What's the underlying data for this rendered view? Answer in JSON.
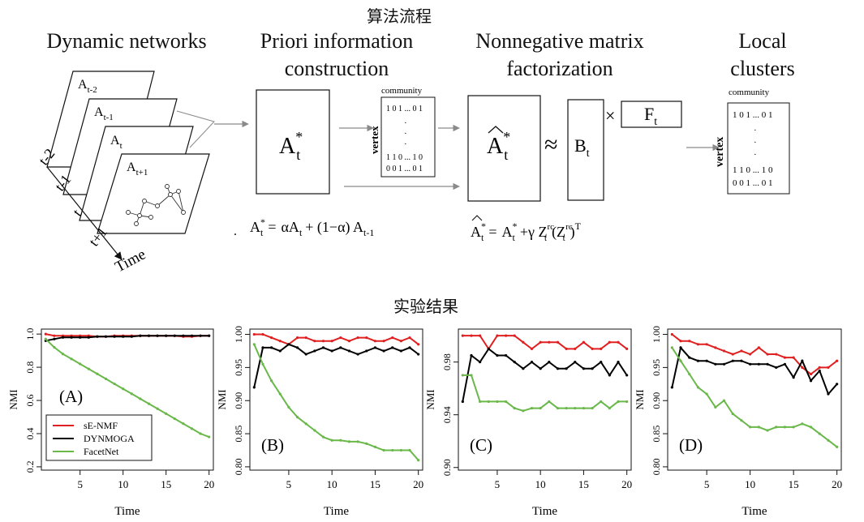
{
  "section_titles": {
    "workflow": "算法流程",
    "results": "实验结果"
  },
  "stages": {
    "dynamic_networks": "Dynamic networks",
    "priori_line1": "Priori information",
    "priori_line2": "construction",
    "nmf_line1": "Nonnegative matrix",
    "nmf_line2": "factorization",
    "local_line1": "Local",
    "local_line2": "clusters"
  },
  "network_stack": {
    "cards": [
      "A",
      "A",
      "A",
      "A"
    ],
    "card_subs": [
      "t-2",
      "t-1",
      "t",
      "t+1"
    ],
    "time_ticks": [
      "t-2",
      "t-1",
      "t",
      "t+1"
    ],
    "time_label": "Time"
  },
  "matrices": {
    "astar_base": "A",
    "astar_sup": "*",
    "astar_sub": "t",
    "community_label": "community",
    "vertex_label": "vertex",
    "comm_row1": "1 0 1 ... 0 1",
    "comm_dots": [
      "·",
      "·",
      "·"
    ],
    "comm_row2": "1 1 0 ... 1 0",
    "comm_row3": "0 0 1 ... 0 1",
    "ahat_base": "A",
    "ahat_sup": "*",
    "ahat_sub": "t",
    "approx": "≈",
    "b_base": "B",
    "b_sub": "t",
    "times": "×",
    "f_base": "F",
    "f_sub": "t",
    "local_community_label": "community",
    "local_vertex_label": "vertex",
    "local_row1": "1 0 1 ... 0 1",
    "local_dots": [
      "·",
      "·",
      "·"
    ],
    "local_row2": "1 1 0 ... 1 0",
    "local_row3": "0 0 1 ... 0 1"
  },
  "formulas": {
    "f1_dot": ".",
    "f1_lhs": "A",
    "f1_lhs_sup": "*",
    "f1_lhs_sub": "t",
    "f1_eq": "=",
    "f1_alpha": "αA",
    "f1_alpha_sub": "t",
    "f1_mid": "+ (1−α) A",
    "f1_mid_sub": "t-1",
    "f2_hat": "A",
    "f2_hat_sup": "*",
    "f2_hat_sub": "t",
    "f2_eq": "=",
    "f2_a": "A",
    "f2_a_sup": "*",
    "f2_a_sub": "t",
    "f2_gamma": "+γ Z",
    "f2_z_sup": "rc",
    "f2_z_sub": "t",
    "f2_paren": "(Z",
    "f2_z2_sup": "rc",
    "f2_z2_sub": "t",
    "f2_close": ")",
    "f2_T": "T"
  },
  "colors": {
    "sE-NMF": "#e02020",
    "DYNMOGA": "#000000",
    "FacetNet": "#6ab84a"
  },
  "chart_data": [
    {
      "type": "line",
      "panel_label": "(A)",
      "xlabel": "Time",
      "ylabel": "NMI",
      "x": [
        1,
        2,
        3,
        4,
        5,
        6,
        7,
        8,
        9,
        10,
        11,
        12,
        13,
        14,
        15,
        16,
        17,
        18,
        19,
        20
      ],
      "xticks": [
        5,
        10,
        15,
        20
      ],
      "xticklabels": [
        "5",
        "10",
        "15",
        "20"
      ],
      "xlim": [
        0.5,
        20.5
      ],
      "ylim": [
        0.18,
        1.03
      ],
      "yticks": [
        0.2,
        0.4,
        0.6,
        0.8,
        1.0
      ],
      "yticklabels": [
        "0.2",
        "0.4",
        "0.6",
        "0.8",
        "1.0"
      ],
      "legend": {
        "placement": "bottom-left",
        "entries": [
          "sE-NMF",
          "DYNMOGA",
          "FacetNet"
        ]
      },
      "series": [
        {
          "name": "sE-NMF",
          "color": "#e02020",
          "values": [
            1.0,
            0.99,
            0.99,
            0.99,
            0.99,
            0.99,
            0.985,
            0.985,
            0.99,
            0.99,
            0.99,
            0.99,
            0.99,
            0.99,
            0.99,
            0.99,
            0.985,
            0.985,
            0.99,
            0.99
          ]
        },
        {
          "name": "DYNMOGA",
          "color": "#000000",
          "values": [
            0.96,
            0.97,
            0.98,
            0.98,
            0.98,
            0.98,
            0.985,
            0.985,
            0.985,
            0.985,
            0.985,
            0.99,
            0.99,
            0.99,
            0.99,
            0.99,
            0.99,
            0.99,
            0.99,
            0.99
          ]
        },
        {
          "name": "FacetNet",
          "color": "#6ab84a",
          "values": [
            0.97,
            0.92,
            0.88,
            0.85,
            0.82,
            0.79,
            0.76,
            0.73,
            0.7,
            0.67,
            0.64,
            0.61,
            0.58,
            0.55,
            0.52,
            0.49,
            0.46,
            0.43,
            0.4,
            0.38
          ]
        }
      ]
    },
    {
      "type": "line",
      "panel_label": "(B)",
      "xlabel": "Time",
      "ylabel": "NMI",
      "x": [
        1,
        2,
        3,
        4,
        5,
        6,
        7,
        8,
        9,
        10,
        11,
        12,
        13,
        14,
        15,
        16,
        17,
        18,
        19,
        20
      ],
      "xticks": [
        5,
        10,
        15,
        20
      ],
      "xticklabels": [
        "5",
        "10",
        "15",
        "20"
      ],
      "xlim": [
        0.5,
        20.5
      ],
      "ylim": [
        0.795,
        1.008
      ],
      "yticks": [
        0.8,
        0.85,
        0.9,
        0.95,
        1.0
      ],
      "yticklabels": [
        "0.80",
        "0.85",
        "0.90",
        "0.95",
        "1.00"
      ],
      "series": [
        {
          "name": "sE-NMF",
          "color": "#e02020",
          "values": [
            1.0,
            1.0,
            0.995,
            0.99,
            0.985,
            0.995,
            0.995,
            0.99,
            0.99,
            0.99,
            0.995,
            0.99,
            0.995,
            0.995,
            0.99,
            0.99,
            0.995,
            0.99,
            0.995,
            0.985
          ]
        },
        {
          "name": "DYNMOGA",
          "color": "#000000",
          "values": [
            0.92,
            0.98,
            0.98,
            0.975,
            0.985,
            0.98,
            0.97,
            0.975,
            0.98,
            0.975,
            0.98,
            0.975,
            0.97,
            0.975,
            0.98,
            0.975,
            0.98,
            0.975,
            0.98,
            0.97
          ]
        },
        {
          "name": "FacetNet",
          "color": "#6ab84a",
          "values": [
            0.985,
            0.955,
            0.93,
            0.91,
            0.89,
            0.875,
            0.865,
            0.855,
            0.845,
            0.84,
            0.84,
            0.838,
            0.838,
            0.835,
            0.83,
            0.825,
            0.825,
            0.825,
            0.825,
            0.81
          ]
        }
      ]
    },
    {
      "type": "line",
      "panel_label": "(C)",
      "xlabel": "Time",
      "ylabel": "NMI",
      "x": [
        1,
        2,
        3,
        4,
        5,
        6,
        7,
        8,
        9,
        10,
        11,
        12,
        13,
        14,
        15,
        16,
        17,
        18,
        19,
        20
      ],
      "xticks": [
        5,
        10,
        15,
        20
      ],
      "xticklabels": [
        "5",
        "10",
        "15",
        "20"
      ],
      "xlim": [
        0.5,
        20.5
      ],
      "ylim": [
        0.898,
        1.005
      ],
      "yticks": [
        0.9,
        0.94,
        0.98
      ],
      "yticklabels": [
        "0.90",
        "0.94",
        "0.98"
      ],
      "series": [
        {
          "name": "sE-NMF",
          "color": "#e02020",
          "values": [
            1.0,
            1.0,
            1.0,
            0.99,
            1.0,
            1.0,
            1.0,
            0.995,
            0.99,
            0.995,
            0.995,
            0.995,
            0.99,
            0.99,
            0.995,
            0.99,
            0.99,
            0.995,
            0.995,
            0.99
          ]
        },
        {
          "name": "DYNMOGA",
          "color": "#000000",
          "values": [
            0.95,
            0.985,
            0.98,
            0.99,
            0.985,
            0.985,
            0.98,
            0.975,
            0.98,
            0.975,
            0.98,
            0.975,
            0.975,
            0.98,
            0.975,
            0.975,
            0.98,
            0.97,
            0.98,
            0.97
          ]
        },
        {
          "name": "FacetNet",
          "color": "#6ab84a",
          "values": [
            0.97,
            0.97,
            0.95,
            0.95,
            0.95,
            0.95,
            0.945,
            0.943,
            0.945,
            0.945,
            0.95,
            0.945,
            0.945,
            0.945,
            0.945,
            0.945,
            0.95,
            0.945,
            0.95,
            0.95
          ]
        }
      ]
    },
    {
      "type": "line",
      "panel_label": "(D)",
      "xlabel": "Time",
      "ylabel": "NMI",
      "x": [
        1,
        2,
        3,
        4,
        5,
        6,
        7,
        8,
        9,
        10,
        11,
        12,
        13,
        14,
        15,
        16,
        17,
        18,
        19,
        20
      ],
      "xticks": [
        5,
        10,
        15,
        20
      ],
      "xticklabels": [
        "5",
        "10",
        "15",
        "20"
      ],
      "xlim": [
        0.5,
        20.5
      ],
      "ylim": [
        0.795,
        1.008
      ],
      "yticks": [
        0.8,
        0.85,
        0.9,
        0.95,
        1.0
      ],
      "yticklabels": [
        "0.80",
        "0.85",
        "0.90",
        "0.95",
        "1.00"
      ],
      "series": [
        {
          "name": "sE-NMF",
          "color": "#e02020",
          "values": [
            1.0,
            0.99,
            0.99,
            0.985,
            0.985,
            0.98,
            0.975,
            0.97,
            0.975,
            0.97,
            0.98,
            0.97,
            0.97,
            0.965,
            0.965,
            0.95,
            0.94,
            0.95,
            0.95,
            0.96
          ]
        },
        {
          "name": "DYNMOGA",
          "color": "#000000",
          "values": [
            0.92,
            0.98,
            0.965,
            0.96,
            0.96,
            0.955,
            0.955,
            0.96,
            0.96,
            0.955,
            0.955,
            0.955,
            0.95,
            0.955,
            0.935,
            0.96,
            0.93,
            0.945,
            0.91,
            0.925
          ]
        },
        {
          "name": "FacetNet",
          "color": "#6ab84a",
          "values": [
            0.98,
            0.96,
            0.94,
            0.92,
            0.91,
            0.89,
            0.9,
            0.88,
            0.87,
            0.86,
            0.86,
            0.855,
            0.86,
            0.86,
            0.86,
            0.865,
            0.86,
            0.85,
            0.84,
            0.83
          ]
        }
      ]
    }
  ]
}
